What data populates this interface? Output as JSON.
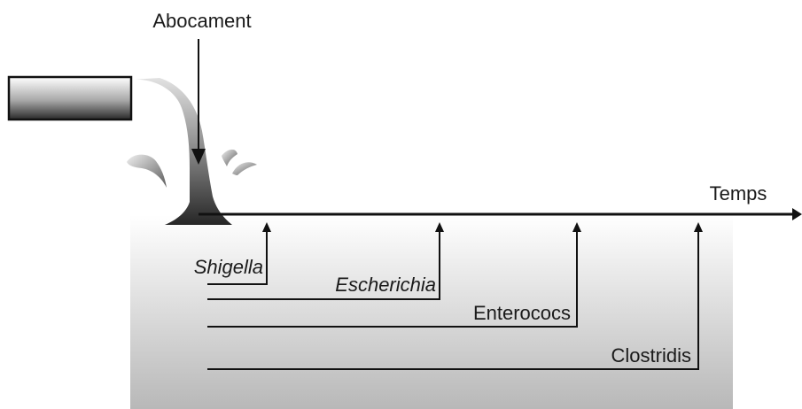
{
  "diagram": {
    "outfall_label": "Abocament",
    "time_label": "Temps",
    "organisms": [
      {
        "name": "Shigella",
        "italic": true
      },
      {
        "name": "Escherichia",
        "italic": true
      },
      {
        "name": "Enterococs",
        "italic": false
      },
      {
        "name": "Clostridis",
        "italic": false
      }
    ]
  }
}
